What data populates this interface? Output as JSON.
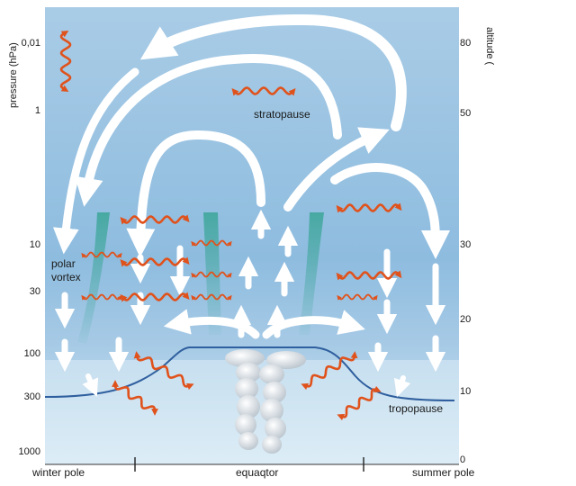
{
  "left_axis": {
    "title": "pressure (hPa)",
    "ticks": [
      {
        "label": "0,01",
        "value": 0.01
      },
      {
        "label": "1",
        "value": 1
      },
      {
        "label": "10",
        "value": 10
      },
      {
        "label": "30",
        "value": 30
      },
      {
        "label": "100",
        "value": 100
      },
      {
        "label": "300",
        "value": 300
      },
      {
        "label": "1000",
        "value": 1000
      }
    ]
  },
  "right_axis": {
    "title": "altitude (",
    "ticks": [
      {
        "label": "80",
        "value": 80
      },
      {
        "label": "50",
        "value": 50
      },
      {
        "label": "30",
        "value": 30
      },
      {
        "label": "20",
        "value": 20
      },
      {
        "label": "10",
        "value": 10
      },
      {
        "label": "0",
        "value": 0
      }
    ]
  },
  "labels": {
    "stratopause": "stratopause",
    "polar_vortex_line1": "polar",
    "polar_vortex_line2": "vortex",
    "tropopause": "tropopause"
  },
  "bottom_axis": {
    "winter_pole": "winter pole",
    "equator": "equaqtor",
    "summer_pole": "summer pole"
  },
  "colors": {
    "sky_top": "#a9cce6",
    "sky_mid": "#8ebcdf",
    "sky_bottom": "#b7d6ec",
    "troposphere": "#d7e9f5",
    "tropopause_line": "#2f5f9e",
    "wave": "#e0521c",
    "circulation_arrow": "#ffffff",
    "vortex_band": "#3aa597"
  }
}
